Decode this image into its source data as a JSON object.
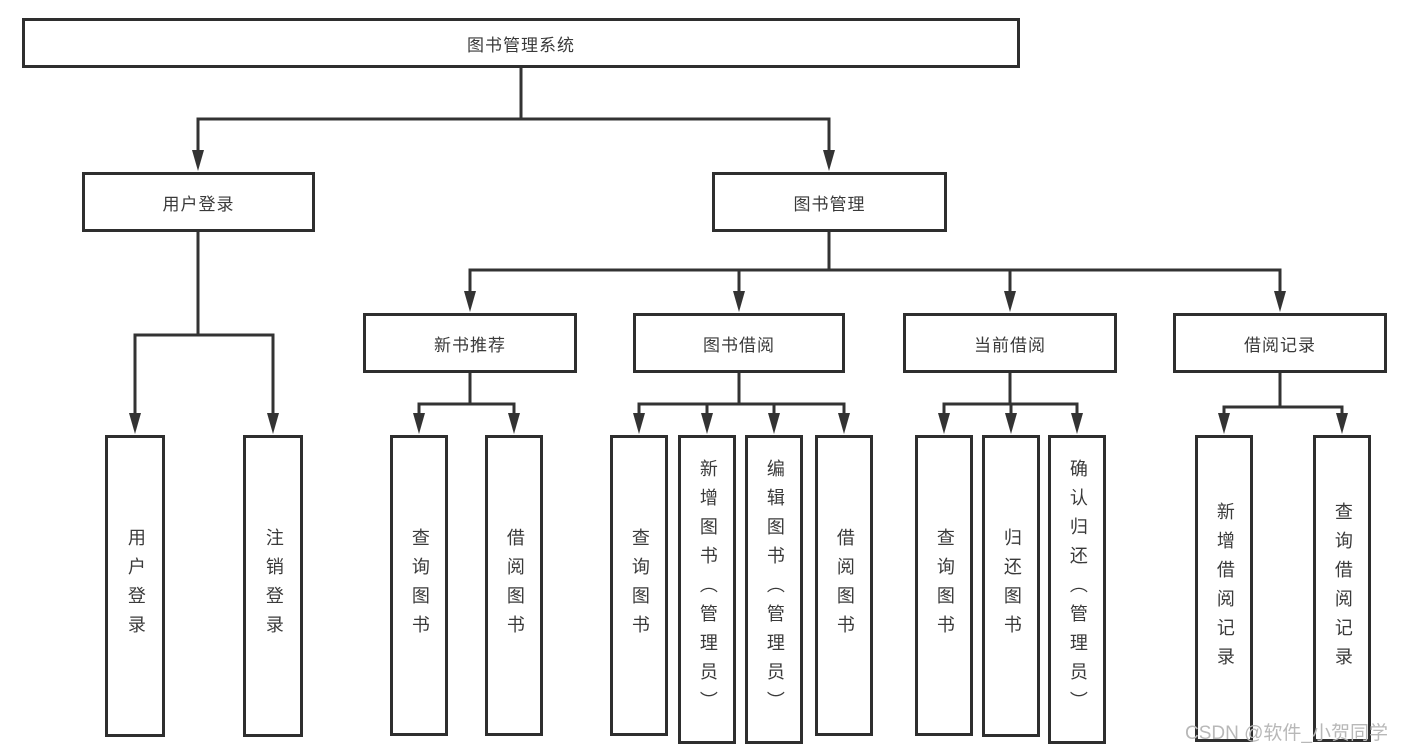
{
  "nodes": {
    "root": "图书管理系统",
    "level2": {
      "user_login": "用户登录",
      "book_mgmt": "图书管理"
    },
    "level3": {
      "new_books": "新书推荐",
      "book_borrow": "图书借阅",
      "current_borrow": "当前借阅",
      "borrow_records": "借阅记录"
    },
    "leaves": {
      "user_login": "用户登录",
      "logout": "注销登录",
      "nb_query_books": "查询图书",
      "nb_borrow_books": "借阅图书",
      "bb_query_books": "查询图书",
      "bb_add_books": "新增图书（管理员）",
      "bb_edit_books": "编辑图书（管理员）",
      "bb_borrow_books": "借阅图书",
      "cb_query_books": "查询图书",
      "cb_return_books": "归还图书",
      "cb_confirm_return": "确认归还（管理员）",
      "br_add_record": "新增借阅记录",
      "br_query_record": "查询借阅记录"
    }
  },
  "watermark": "CSDN @软件_小贺同学",
  "colors": {
    "line": "#333333",
    "border": "#2e2e2e",
    "text": "#3a3a3a",
    "watermark": "#b8b8b8",
    "background": "#ffffff"
  }
}
